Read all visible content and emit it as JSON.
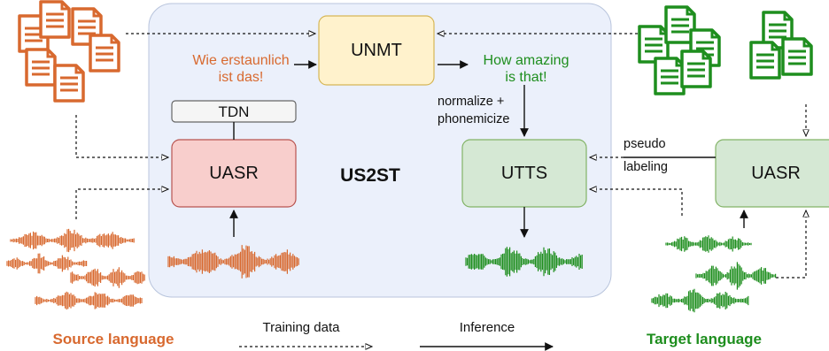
{
  "diagram": {
    "center_label": "US2ST",
    "unmt_label": "UNMT",
    "tdn_label": "TDN",
    "uasr_left_label": "UASR",
    "utts_label": "UTTS",
    "uasr_right_label": "UASR",
    "source_text_line1": "Wie erstaunlich",
    "source_text_line2": "ist das!",
    "target_text_line1": "How amazing",
    "target_text_line2": "is that!",
    "normalize_line1": "normalize +",
    "normalize_line2": "phonemicize",
    "pseudo_line1": "pseudo",
    "pseudo_line2": "labeling"
  },
  "legend": {
    "training_label": "Training data",
    "inference_label": "Inference"
  },
  "languages": {
    "source": "Source language",
    "target": "Target language"
  },
  "colors": {
    "orange": "#d8692f",
    "green": "#1e8e1e",
    "panel_fill": "#ebf0fb",
    "unmt_fill": "#fff2cc",
    "uasr_left_fill": "#f8cecc",
    "green_box_fill": "#d5e8d4"
  }
}
